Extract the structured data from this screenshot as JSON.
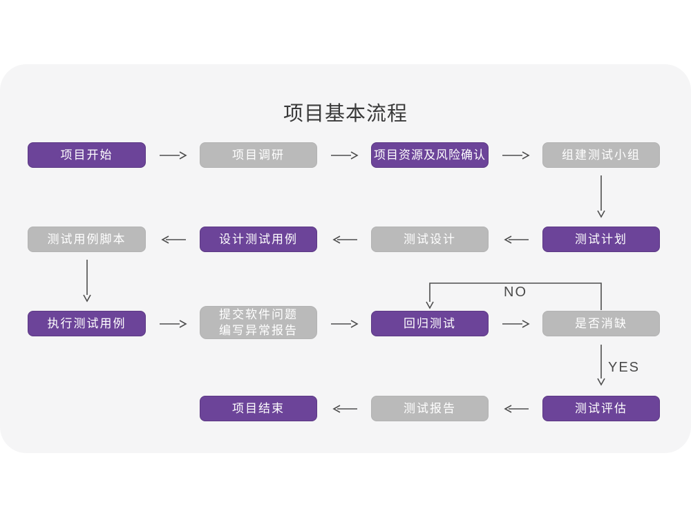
{
  "title": "项目基本流程",
  "decision_labels": {
    "no": "NO",
    "yes": "YES"
  },
  "colors": {
    "node_purple": "#6C4499",
    "node_gray": "#BABABA",
    "card_background": "#F5F5F6",
    "arrow": "#4D4D4D",
    "node_text": "#FFFFFF",
    "title_text": "#3A3A3A"
  },
  "nodes": [
    {
      "label": "项目开始",
      "variant": "purple"
    },
    {
      "label": "项目调研",
      "variant": "gray"
    },
    {
      "label": "项目资源及风险确认",
      "variant": "purple"
    },
    {
      "label": "组建测试小组",
      "variant": "gray"
    },
    {
      "label": "测试计划",
      "variant": "purple"
    },
    {
      "label": "测试设计",
      "variant": "gray"
    },
    {
      "label": "设计测试用例",
      "variant": "purple"
    },
    {
      "label": "测试用例脚本",
      "variant": "gray"
    },
    {
      "label": "执行测试用例",
      "variant": "purple"
    },
    {
      "label": "提交软件问题",
      "label_line2": "编写异常报告",
      "variant": "gray"
    },
    {
      "label": "回归测试",
      "variant": "purple"
    },
    {
      "label": "是否消缺",
      "variant": "gray"
    },
    {
      "label": "测试评估",
      "variant": "purple"
    },
    {
      "label": "测试报告",
      "variant": "gray"
    },
    {
      "label": "项目结束",
      "variant": "purple"
    }
  ]
}
